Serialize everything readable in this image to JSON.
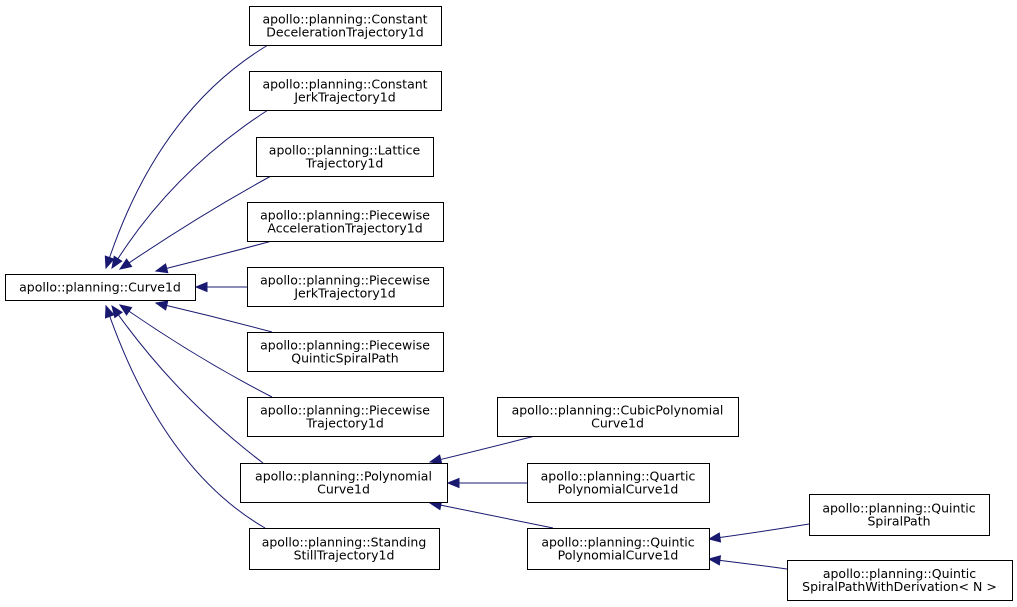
{
  "diagram": {
    "title": "",
    "nodes": [
      {
        "id": "curve1d",
        "lines": [
          "apollo::planning::Curve1d"
        ]
      },
      {
        "id": "const_decel",
        "lines": [
          "apollo::planning::Constant",
          "DecelerationTrajectory1d"
        ]
      },
      {
        "id": "const_jerk",
        "lines": [
          "apollo::planning::Constant",
          "JerkTrajectory1d"
        ]
      },
      {
        "id": "lattice",
        "lines": [
          "apollo::planning::Lattice",
          "Trajectory1d"
        ]
      },
      {
        "id": "pw_accel",
        "lines": [
          "apollo::planning::Piecewise",
          "AccelerationTrajectory1d"
        ]
      },
      {
        "id": "pw_jerk",
        "lines": [
          "apollo::planning::Piecewise",
          "JerkTrajectory1d"
        ]
      },
      {
        "id": "pw_spiral",
        "lines": [
          "apollo::planning::Piecewise",
          "QuinticSpiralPath"
        ]
      },
      {
        "id": "pw_traj",
        "lines": [
          "apollo::planning::Piecewise",
          "Trajectory1d"
        ]
      },
      {
        "id": "poly",
        "lines": [
          "apollo::planning::Polynomial",
          "Curve1d"
        ]
      },
      {
        "id": "standstill",
        "lines": [
          "apollo::planning::Standing",
          "StillTrajectory1d"
        ]
      },
      {
        "id": "cubic",
        "lines": [
          "apollo::planning::CubicPolynomial",
          "Curve1d"
        ]
      },
      {
        "id": "quartic",
        "lines": [
          "apollo::planning::Quartic",
          "PolynomialCurve1d"
        ]
      },
      {
        "id": "quintic_poly",
        "lines": [
          "apollo::planning::Quintic",
          "PolynomialCurve1d"
        ]
      },
      {
        "id": "quintic_spiral",
        "lines": [
          "apollo::planning::Quintic",
          "SpiralPath"
        ]
      },
      {
        "id": "quintic_spiral_deriv",
        "lines": [
          "apollo::planning::Quintic",
          "SpiralPathWithDerivation< N >"
        ]
      }
    ],
    "edges": [
      {
        "from": "const_decel",
        "to": "curve1d"
      },
      {
        "from": "const_jerk",
        "to": "curve1d"
      },
      {
        "from": "lattice",
        "to": "curve1d"
      },
      {
        "from": "pw_accel",
        "to": "curve1d"
      },
      {
        "from": "pw_jerk",
        "to": "curve1d"
      },
      {
        "from": "pw_spiral",
        "to": "curve1d"
      },
      {
        "from": "pw_traj",
        "to": "curve1d"
      },
      {
        "from": "poly",
        "to": "curve1d"
      },
      {
        "from": "standstill",
        "to": "curve1d"
      },
      {
        "from": "cubic",
        "to": "poly"
      },
      {
        "from": "quartic",
        "to": "poly"
      },
      {
        "from": "quintic_poly",
        "to": "poly"
      },
      {
        "from": "quintic_spiral",
        "to": "quintic_poly"
      },
      {
        "from": "quintic_spiral_deriv",
        "to": "quintic_poly"
      }
    ],
    "colors": {
      "edge": "#191970",
      "node_border": "#000000",
      "node_fill": "#ffffff"
    }
  }
}
